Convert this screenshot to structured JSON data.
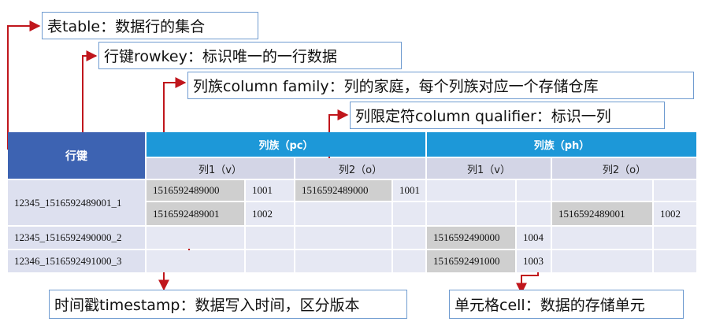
{
  "callouts": {
    "table": "表table：数据行的集合",
    "rowkey": "行键rowkey：标识唯一的一行数据",
    "family": "列族column family：列的家庭，每个列族对应一个存储仓库",
    "qualifier": "列限定符column qualifier：标识一列",
    "timestamp": "时间戳timestamp：数据写入时间，区分版本",
    "cell": "单元格cell：数据的存储单元"
  },
  "table": {
    "rowkey_header": "行键",
    "families": [
      "列族（pc）",
      "列族（ph）"
    ],
    "columns": [
      "列1（v）",
      "列2（o）",
      "列1（v）",
      "列2（o）"
    ],
    "rows": [
      {
        "key": "12345_1516592489001_1",
        "versions": [
          [
            "1516592489000",
            "1001",
            "1516592489000",
            "1001",
            "",
            "",
            "",
            ""
          ],
          [
            "1516592489001",
            "1002",
            "",
            "",
            "",
            "",
            "1516592489001",
            "1002"
          ]
        ]
      },
      {
        "key": "12345_1516592490000_2",
        "versions": [
          [
            "",
            "",
            "",
            "",
            "1516592490000",
            "1004",
            "",
            ""
          ]
        ]
      },
      {
        "key": "12346_1516592491000_3",
        "versions": [
          [
            "",
            "",
            "",
            "",
            "1516592491000",
            "1003",
            "",
            ""
          ]
        ]
      }
    ]
  },
  "colors": {
    "arrow": "#c0161c",
    "callout_border": "#6f9bd0",
    "rowkey_header": "#3d63b2",
    "family_header": "#1d98d8",
    "timestamp_cell": "#cfcfcf"
  }
}
